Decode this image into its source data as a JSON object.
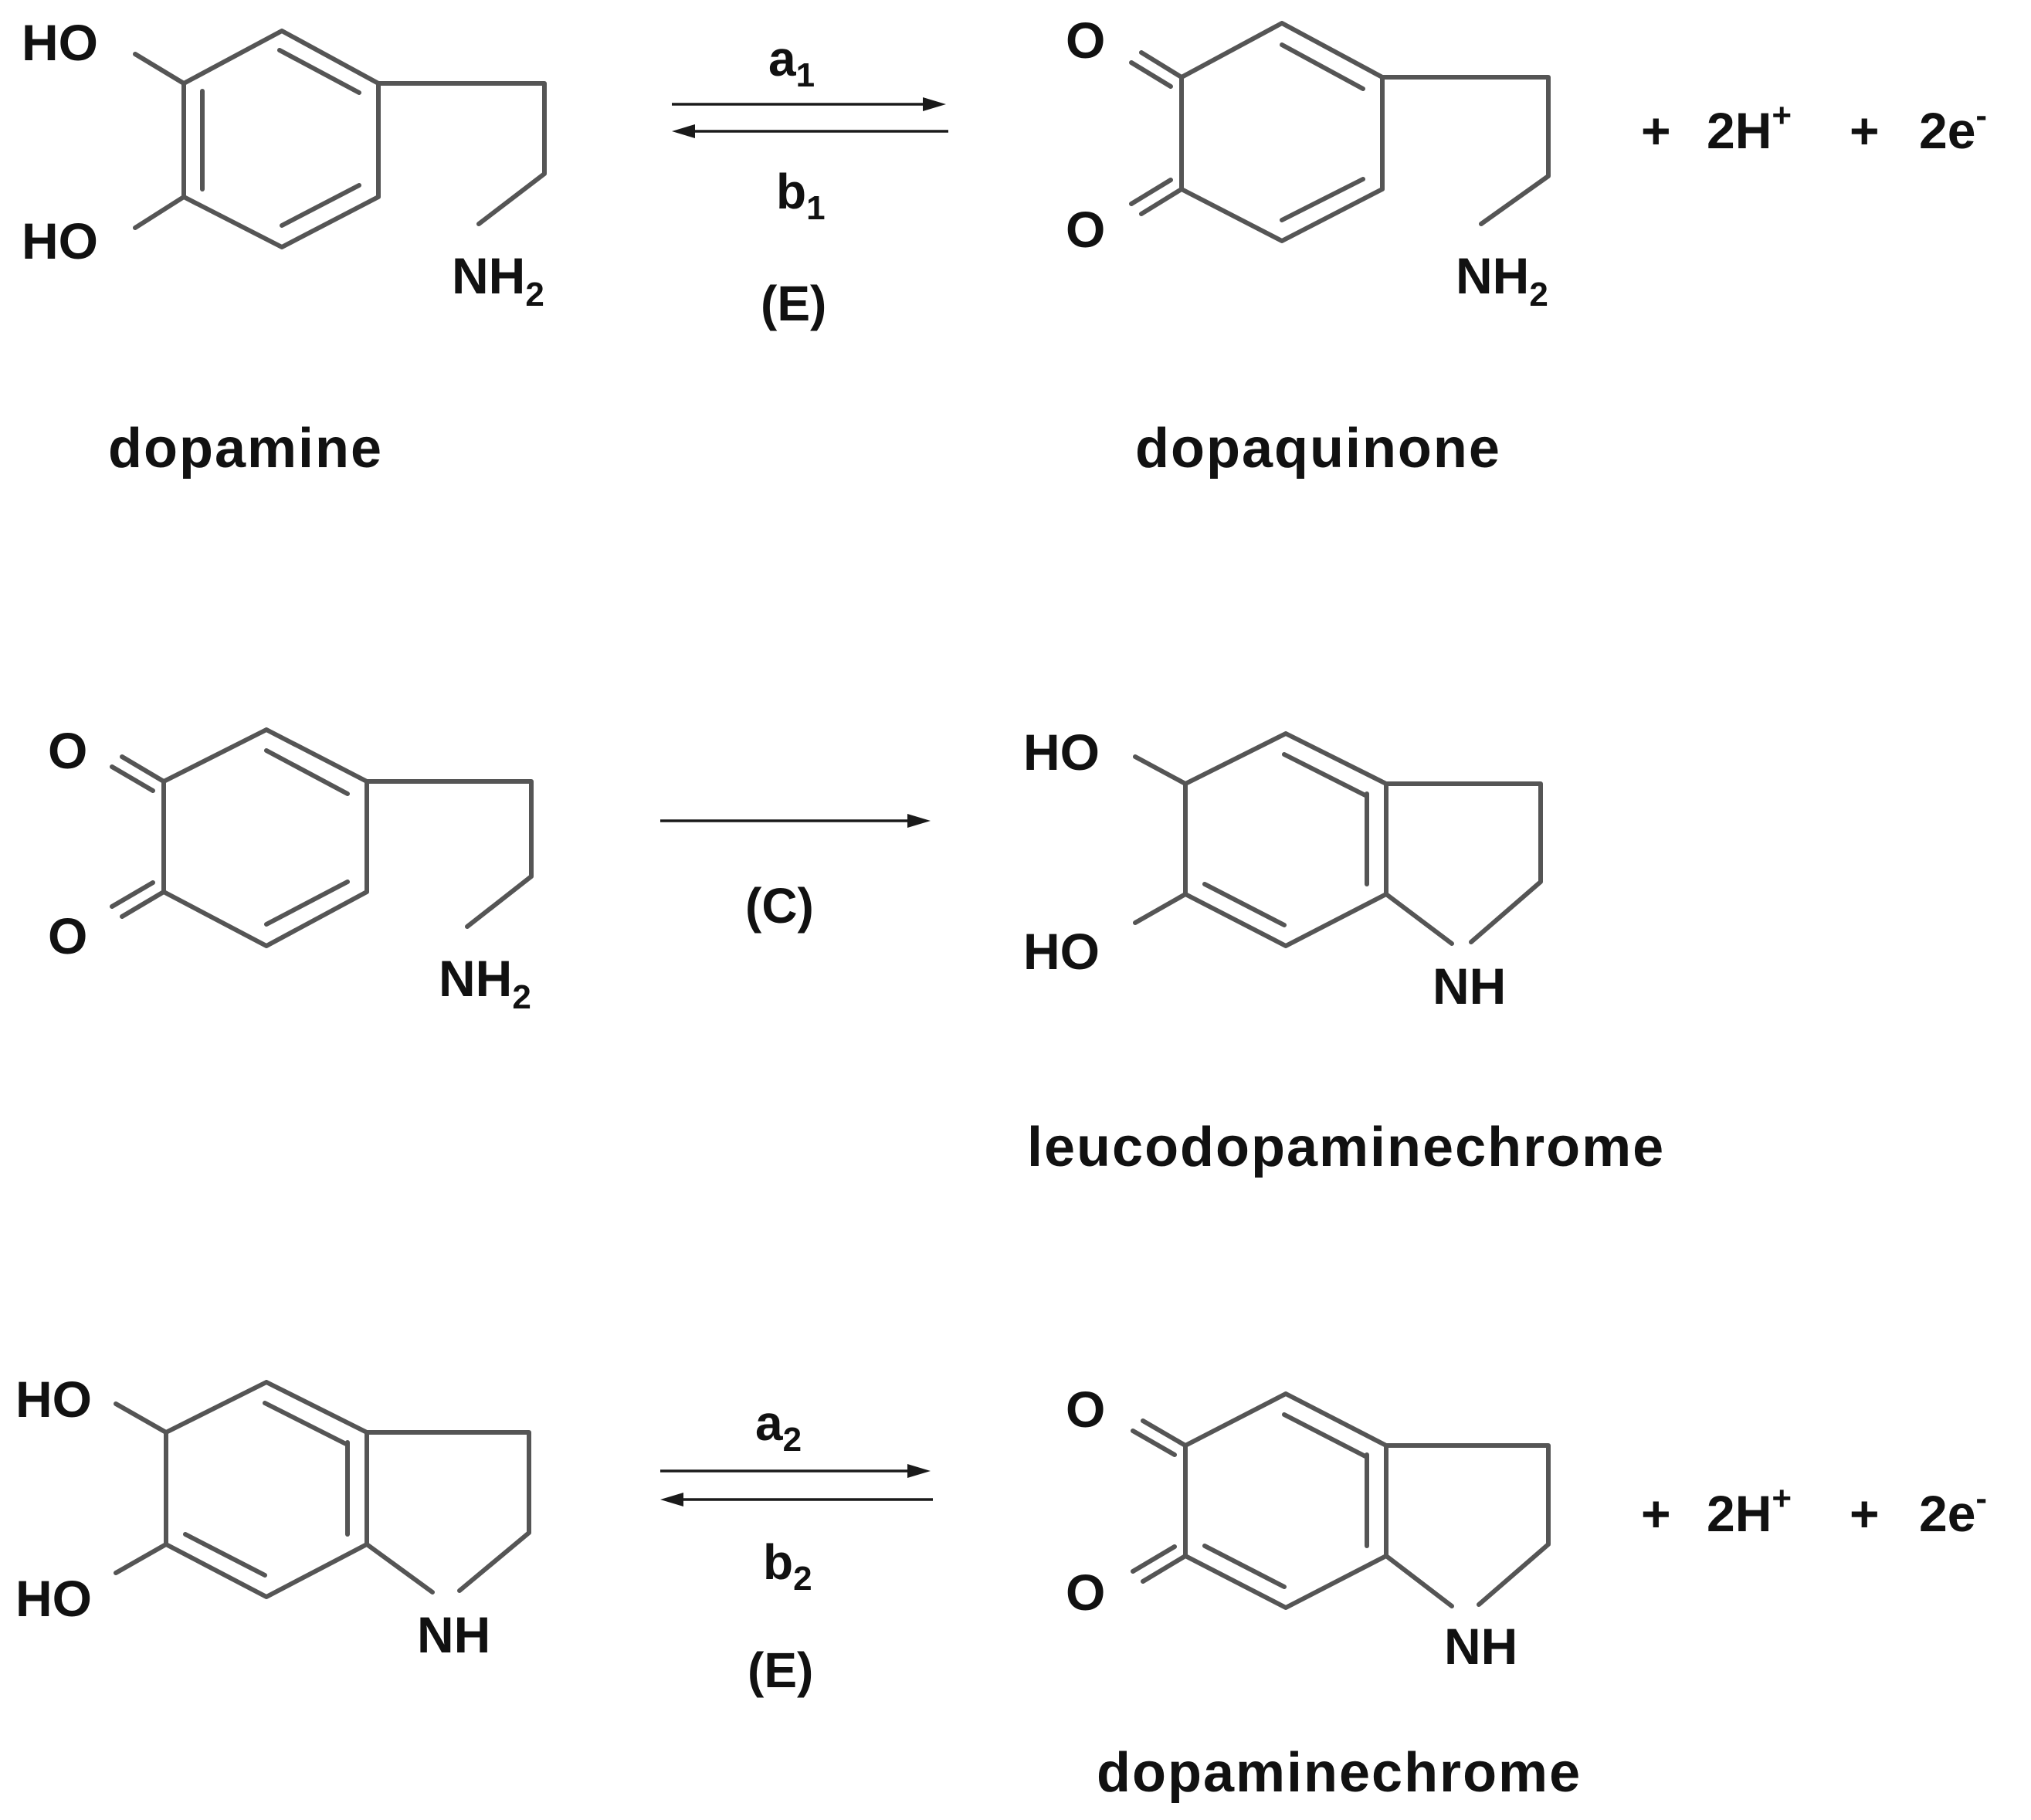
{
  "atoms": {
    "HO": "HO",
    "O": "O",
    "N": "N",
    "H": "H",
    "NH": "NH",
    "sub2": "2",
    "sub1": "1",
    "plus": "+",
    "proton": "2H",
    "proton_sup": "+",
    "electron": "2e",
    "electron_sup": "-"
  },
  "row1": {
    "left_name": "dopamine",
    "right_name": "dopaquinone",
    "forward_label": "a",
    "forward_sub": "1",
    "backward_label": "b",
    "backward_sub": "1",
    "mechanism": "(E)"
  },
  "row2": {
    "right_name": "leucodopaminechrome",
    "mechanism": "(C)"
  },
  "row3": {
    "right_name": "dopaminechrome",
    "forward_label": "a",
    "forward_sub": "2",
    "backward_label": "b",
    "backward_sub": "2",
    "mechanism": "(E)"
  }
}
